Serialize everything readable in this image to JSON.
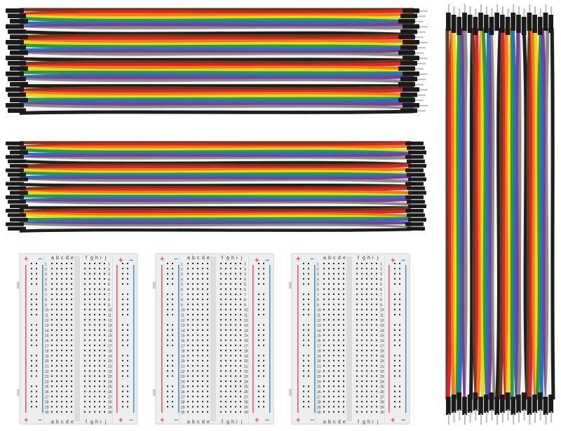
{
  "wire_colors": [
    "#6b3a1e",
    "#d8262a",
    "#f07a1a",
    "#f4d21e",
    "#2e9a3c",
    "#2a6fc0",
    "#7b3f95",
    "#8a8a8a",
    "#f2f2f2",
    "#1e1e1e"
  ],
  "breadboard": {
    "plus": "+",
    "minus": "−",
    "left_columns": [
      "a",
      "b",
      "c",
      "d",
      "e"
    ],
    "right_columns": [
      "f",
      "g",
      "h",
      "i",
      "j"
    ],
    "rows": [
      "1",
      "2",
      "3",
      "4",
      "5",
      "6",
      "7",
      "8",
      "9",
      "10",
      "11",
      "12",
      "13",
      "14",
      "15",
      "16",
      "17",
      "18",
      "19",
      "20",
      "21",
      "22",
      "23",
      "24",
      "25",
      "26",
      "27",
      "28",
      "29",
      "30"
    ],
    "count": 3,
    "plus_color": "#e0505a",
    "minus_color": "#3a8fd0"
  }
}
